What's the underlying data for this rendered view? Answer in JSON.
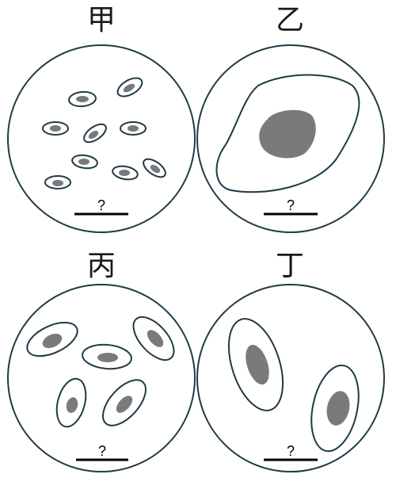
{
  "panels": [
    {
      "label": "甲",
      "scale_label": "?"
    },
    {
      "label": "乙",
      "scale_label": "?"
    },
    {
      "label": "丙",
      "scale_label": "?"
    },
    {
      "label": "丁",
      "scale_label": "?"
    }
  ],
  "colors": {
    "outline": "#1f3a44",
    "nucleus": "#7a7a7a",
    "background": "#ffffff"
  }
}
